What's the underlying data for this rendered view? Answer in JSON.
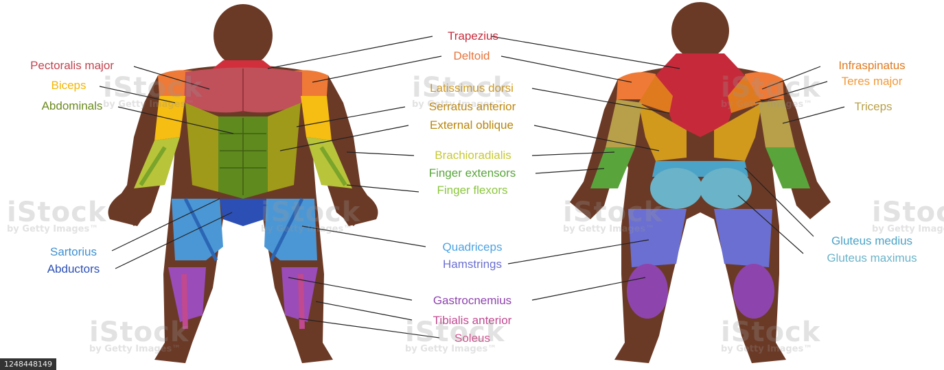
{
  "watermark": {
    "brand": "iStock",
    "sub": "by Getty Images™"
  },
  "image_id": "1248448149",
  "labels": {
    "trapezius": {
      "text": "Trapezius",
      "color": "#c62a3a"
    },
    "deltoid": {
      "text": "Deltoid",
      "color": "#e8743b"
    },
    "pectoralis_major": {
      "text": "Pectoralis major",
      "color": "#c0444f"
    },
    "biceps": {
      "text": "Biceps",
      "color": "#f2b705"
    },
    "abdominals": {
      "text": "Abdominals",
      "color": "#6b8a1e"
    },
    "latissimus_dorsi": {
      "text": "Latissimus dorsi",
      "color": "#d19a1c"
    },
    "serratus_anterior": {
      "text": "Serratus anterior",
      "color": "#c08a12"
    },
    "external_oblique": {
      "text": "External oblique",
      "color": "#b8860b"
    },
    "brachioradialis": {
      "text": "Brachioradialis",
      "color": "#c7c934"
    },
    "finger_extensors": {
      "text": "Finger extensors",
      "color": "#5aa43c"
    },
    "finger_flexors": {
      "text": "Finger flexors",
      "color": "#8cc63f"
    },
    "infraspinatus": {
      "text": "Infraspinatus",
      "color": "#e07a1f"
    },
    "teres_major": {
      "text": "Teres major",
      "color": "#f29a3a"
    },
    "triceps": {
      "text": "Triceps",
      "color": "#b8a04a"
    },
    "sartorius": {
      "text": "Sartorius",
      "color": "#3d8fd1"
    },
    "abductors": {
      "text": "Abductors",
      "color": "#2b4fb5"
    },
    "quadriceps": {
      "text": "Quadriceps",
      "color": "#4ba3e3"
    },
    "hamstrings": {
      "text": "Hamstrings",
      "color": "#6b6fd1"
    },
    "gluteus_medius": {
      "text": "Gluteus medius",
      "color": "#4ba3c8"
    },
    "gluteus_maximus": {
      "text": "Gluteus maximus",
      "color": "#6ab3c8"
    },
    "gastrocnemius": {
      "text": "Gastrocnemius",
      "color": "#8e44ad"
    },
    "tibialis_anterior": {
      "text": "Tibialis anterior",
      "color": "#c0498f"
    },
    "soleus": {
      "text": "Soleus",
      "color": "#d6508f"
    }
  }
}
